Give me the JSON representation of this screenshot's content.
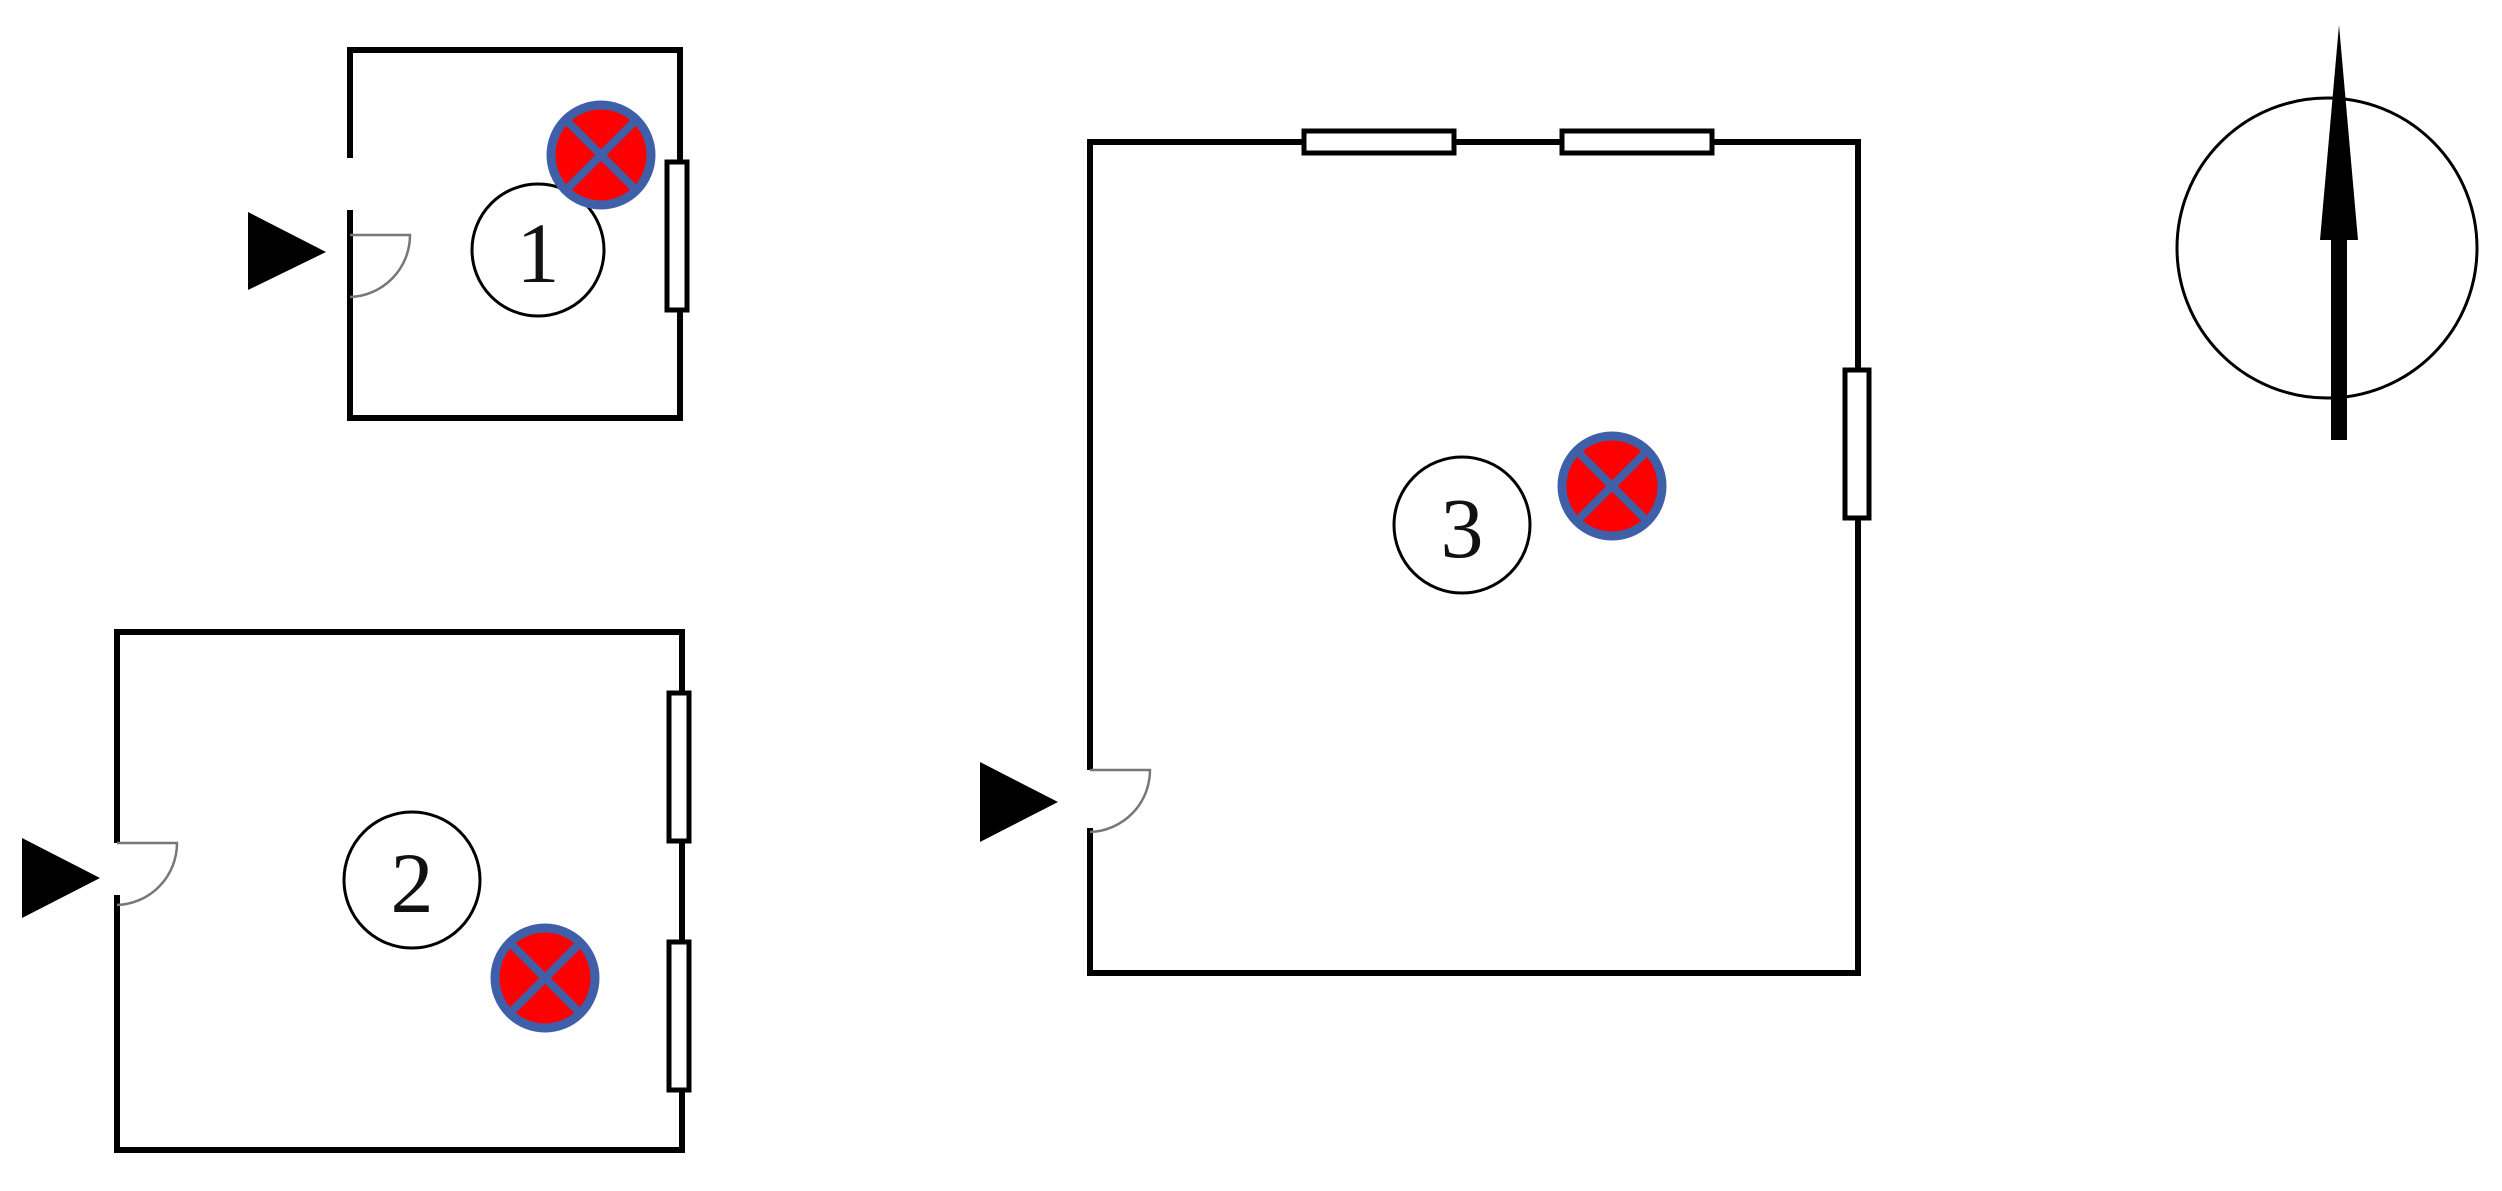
{
  "rooms": [
    {
      "label": "1"
    },
    {
      "label": "2"
    },
    {
      "label": "3"
    }
  ],
  "colors": {
    "wall": "#000000",
    "marker_fill": "#ff0000",
    "marker_ring": "#3f5fa8",
    "marker_cross": "#3f5fa8",
    "background": "#ffffff"
  },
  "icons": {
    "entrance": "entrance-arrow-icon",
    "marker": "crossed-circle-marker-icon",
    "north": "north-arrow-icon",
    "door": "door-swing-icon",
    "window": "window-icon"
  }
}
